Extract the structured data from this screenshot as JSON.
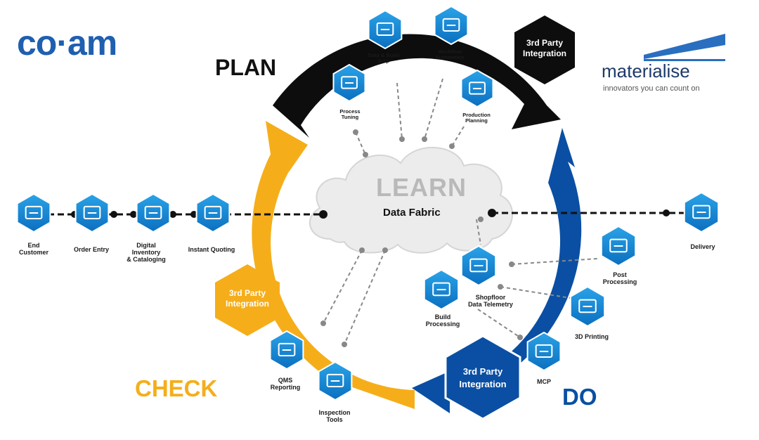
{
  "brand_left": {
    "logo_text": "co·am"
  },
  "brand_right": {
    "name": "materialise",
    "tagline": "innovators you can count on"
  },
  "phases": {
    "plan": "PLAN",
    "check": "CHECK",
    "do": "DO",
    "learn": "LEARN",
    "data_fabric": "Data Fabric"
  },
  "colors": {
    "plan": "#0d0d0d",
    "check": "#f5ae1a",
    "do": "#0a4fa3",
    "node": "#1183cf",
    "cloud": "#eaeaea"
  },
  "third_party": {
    "plan": "3rd Party\nIntegration",
    "check": "3rd Party\nIntegration",
    "do": "3rd Party\nIntegration"
  },
  "nodes": {
    "data_build_prep": {
      "label": "Data & Build\nprep",
      "icon": "monitor-icon"
    },
    "workflow_automation": {
      "label": "Workflow\nAutomation",
      "icon": "flowchart-icon"
    },
    "process_tuning": {
      "label": "Process\nTuning",
      "icon": "sliders-icon"
    },
    "production_planning": {
      "label": "Production\nPlanning",
      "icon": "calendar-icon"
    },
    "end_customer": {
      "label": "End\nCustomer",
      "icon": "user-screen-icon"
    },
    "order_entry": {
      "label": "Order Entry",
      "icon": "presentation-icon"
    },
    "digital_inventory": {
      "label": "Digital\nInventory\n& Cataloging",
      "icon": "network-icon"
    },
    "instant_quoting": {
      "label": "Instant Quoting",
      "icon": "handshake-icon"
    },
    "delivery": {
      "label": "Delivery",
      "icon": "truck-icon"
    },
    "post_processing": {
      "label": "Post\nProcessing",
      "icon": "box-tool-icon"
    },
    "printing_3d": {
      "label": "3D Printing",
      "icon": "printer-3d-icon"
    },
    "mcp": {
      "label": "MCP",
      "icon": "gear-icon"
    },
    "shopfloor_telemetry": {
      "label": "Shopfloor\nData Telemetry",
      "icon": "barcode-icon"
    },
    "build_processing": {
      "label": "Build\nProcessing",
      "icon": "document-edit-icon"
    },
    "qms_reporting": {
      "label": "QMS\nReporting",
      "icon": "report-search-icon"
    },
    "inspection_tools": {
      "label": "Inspection\nTools",
      "icon": "magnifier-icon"
    }
  }
}
